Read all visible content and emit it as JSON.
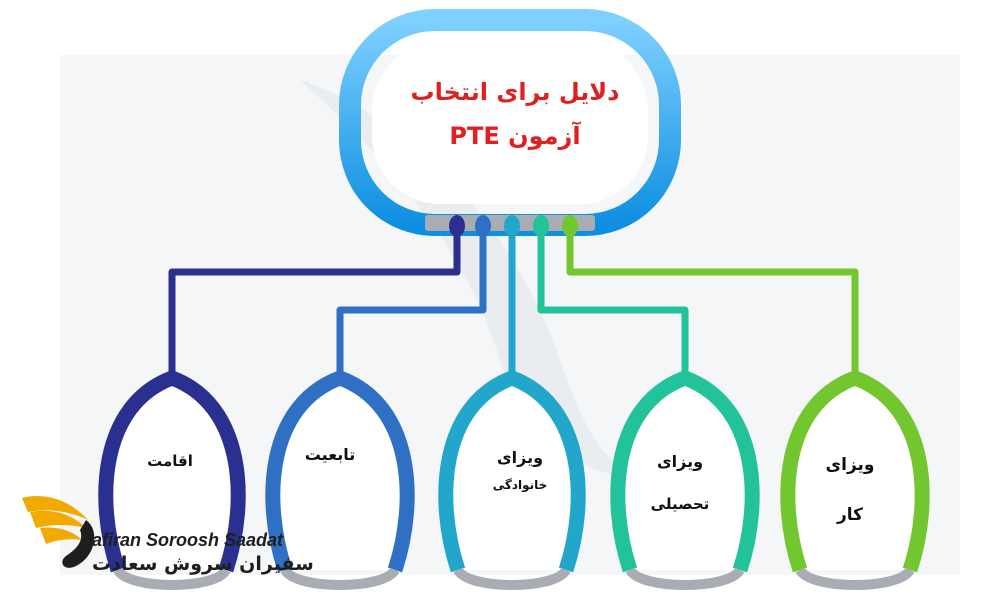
{
  "diagram": {
    "title_line1": "دلایل برای انتخاب",
    "title_line2": "آزمون PTE",
    "children": [
      {
        "id": "residence",
        "lines": [
          "اقامت"
        ],
        "color": "#2b2f8f"
      },
      {
        "id": "citizenship",
        "lines": [
          "تابعیت"
        ],
        "color": "#2f6fc4"
      },
      {
        "id": "family-visa",
        "lines": [
          "ویزای",
          "خانوادگی"
        ],
        "color": "#22a6cc"
      },
      {
        "id": "study-visa",
        "lines": [
          "ویزای",
          "تحصیلی"
        ],
        "color": "#22c29a"
      },
      {
        "id": "work-visa",
        "lines": [
          "ویزای",
          "کار"
        ],
        "color": "#72c62e"
      }
    ],
    "header_color": "#1aa3e8"
  },
  "logo": {
    "name_en": "Safiran Soroosh Saadat",
    "name_fa": "سفیران سروش سعادت",
    "color": "#f2a900"
  }
}
